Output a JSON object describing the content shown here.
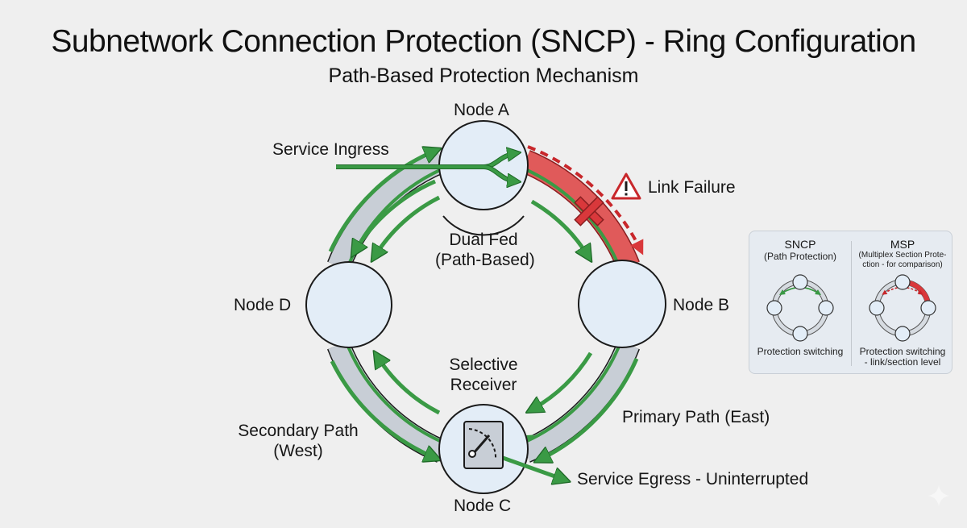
{
  "header": {
    "title": "Subnetwork Connection Protection (SNCP) - Ring Configuration",
    "subtitle": "Path-Based Protection Mechanism"
  },
  "nodes": {
    "a": "Node A",
    "b": "Node B",
    "c": "Node C",
    "d": "Node D"
  },
  "annotations": {
    "service_ingress": "Service Ingress",
    "link_failure": "Link Failure",
    "dual_fed_line1": "Dual Fed",
    "dual_fed_line2": "(Path-Based)",
    "selective_receiver_line1": "Selective",
    "selective_receiver_line2": "Receiver",
    "primary_path": "Primary Path (East)",
    "secondary_path_line1": "Secondary Path",
    "secondary_path_line2": "(West)",
    "service_egress": "Service Egress - Uninterrupted"
  },
  "comparison_panel": {
    "left": {
      "title": "SNCP",
      "subtitle": "(Path Protection)",
      "footer": "Protection switching"
    },
    "right": {
      "title": "MSP",
      "subtitle_line1": "(Multiplex Section Prote-",
      "subtitle_line2": "ction - for comparison)",
      "footer_line1": "Protection switching",
      "footer_line2": "- link/section level"
    }
  },
  "colors": {
    "signal_green": "#3a9a45",
    "failure_red": "#d9383b",
    "fiber_gray": "#c8ced6",
    "node_fill": "#e3edf7",
    "background": "#efefef"
  },
  "icons": {
    "warning": "warning-triangle-icon",
    "failure_cross": "x-mark-icon",
    "switch": "selector-switch-icon",
    "sparkle": "sparkle-icon"
  }
}
